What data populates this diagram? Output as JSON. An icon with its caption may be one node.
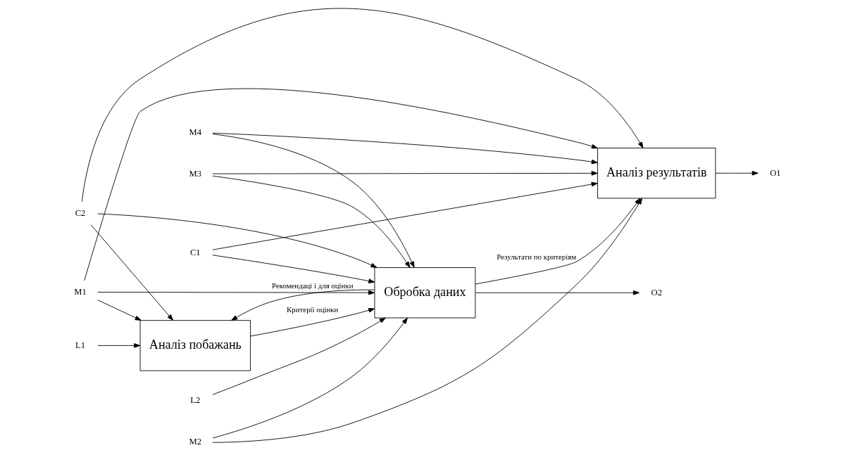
{
  "diagram": {
    "nodes": [
      {
        "text": [
          "C2"
        ]
      },
      {
        "text": [
          "C1"
        ]
      },
      {
        "text": [
          "L1"
        ]
      },
      {
        "text": [
          "Аналіз побажань"
        ]
      },
      {
        "text": [
          "L2"
        ]
      },
      {
        "text": [
          "Обробка даних"
        ]
      },
      {
        "text": [
          "O2"
        ]
      },
      {
        "text": [
          "Аналіз результатів"
        ]
      },
      {
        "text": [
          "O1"
        ]
      },
      {
        "text": [
          "M1"
        ]
      },
      {
        "text": [
          "M2"
        ]
      },
      {
        "text": [
          "M3"
        ]
      },
      {
        "text": [
          "M4"
        ]
      }
    ],
    "edges": [
      {
        "from": 0,
        "to": 3,
        "arrow": "to"
      },
      {
        "from": 0,
        "to": 5,
        "arrow": "to"
      },
      {
        "from": 0,
        "to": 7,
        "arrow": "to"
      },
      {
        "from": 1,
        "to": 5,
        "arrow": "to"
      },
      {
        "from": 1,
        "to": 7,
        "arrow": "to"
      },
      {
        "from": 2,
        "to": 3,
        "arrow": "to"
      },
      {
        "from": 4,
        "to": 5,
        "arrow": "to"
      },
      {
        "from": 3,
        "to": 5,
        "arrow": "to",
        "label": "Критерії оцінки"
      },
      {
        "from": 5,
        "to": 7,
        "arrow": "to",
        "label": "Результати по критеріям"
      },
      {
        "from": 5,
        "to": 3,
        "arrow": "to",
        "label": "Рекомендаці ї для оцінки"
      },
      {
        "from": 5,
        "to": 6,
        "arrow": "to"
      },
      {
        "from": 7,
        "to": 8,
        "arrow": "to"
      },
      {
        "from": 9,
        "to": 5,
        "arrow": "to"
      },
      {
        "from": 9,
        "to": 7,
        "arrow": "to"
      },
      {
        "from": 9,
        "to": 3,
        "arrow": "to"
      },
      {
        "from": 10,
        "to": 5,
        "arrow": "to"
      },
      {
        "from": 10,
        "to": 7,
        "arrow": "to"
      },
      {
        "from": 11,
        "to": 5,
        "arrow": "to"
      },
      {
        "from": 11,
        "to": 7,
        "arrow": "to"
      },
      {
        "from": 12,
        "to": 5,
        "arrow": "to"
      },
      {
        "from": 12,
        "to": 7,
        "arrow": "to"
      }
    ]
  }
}
